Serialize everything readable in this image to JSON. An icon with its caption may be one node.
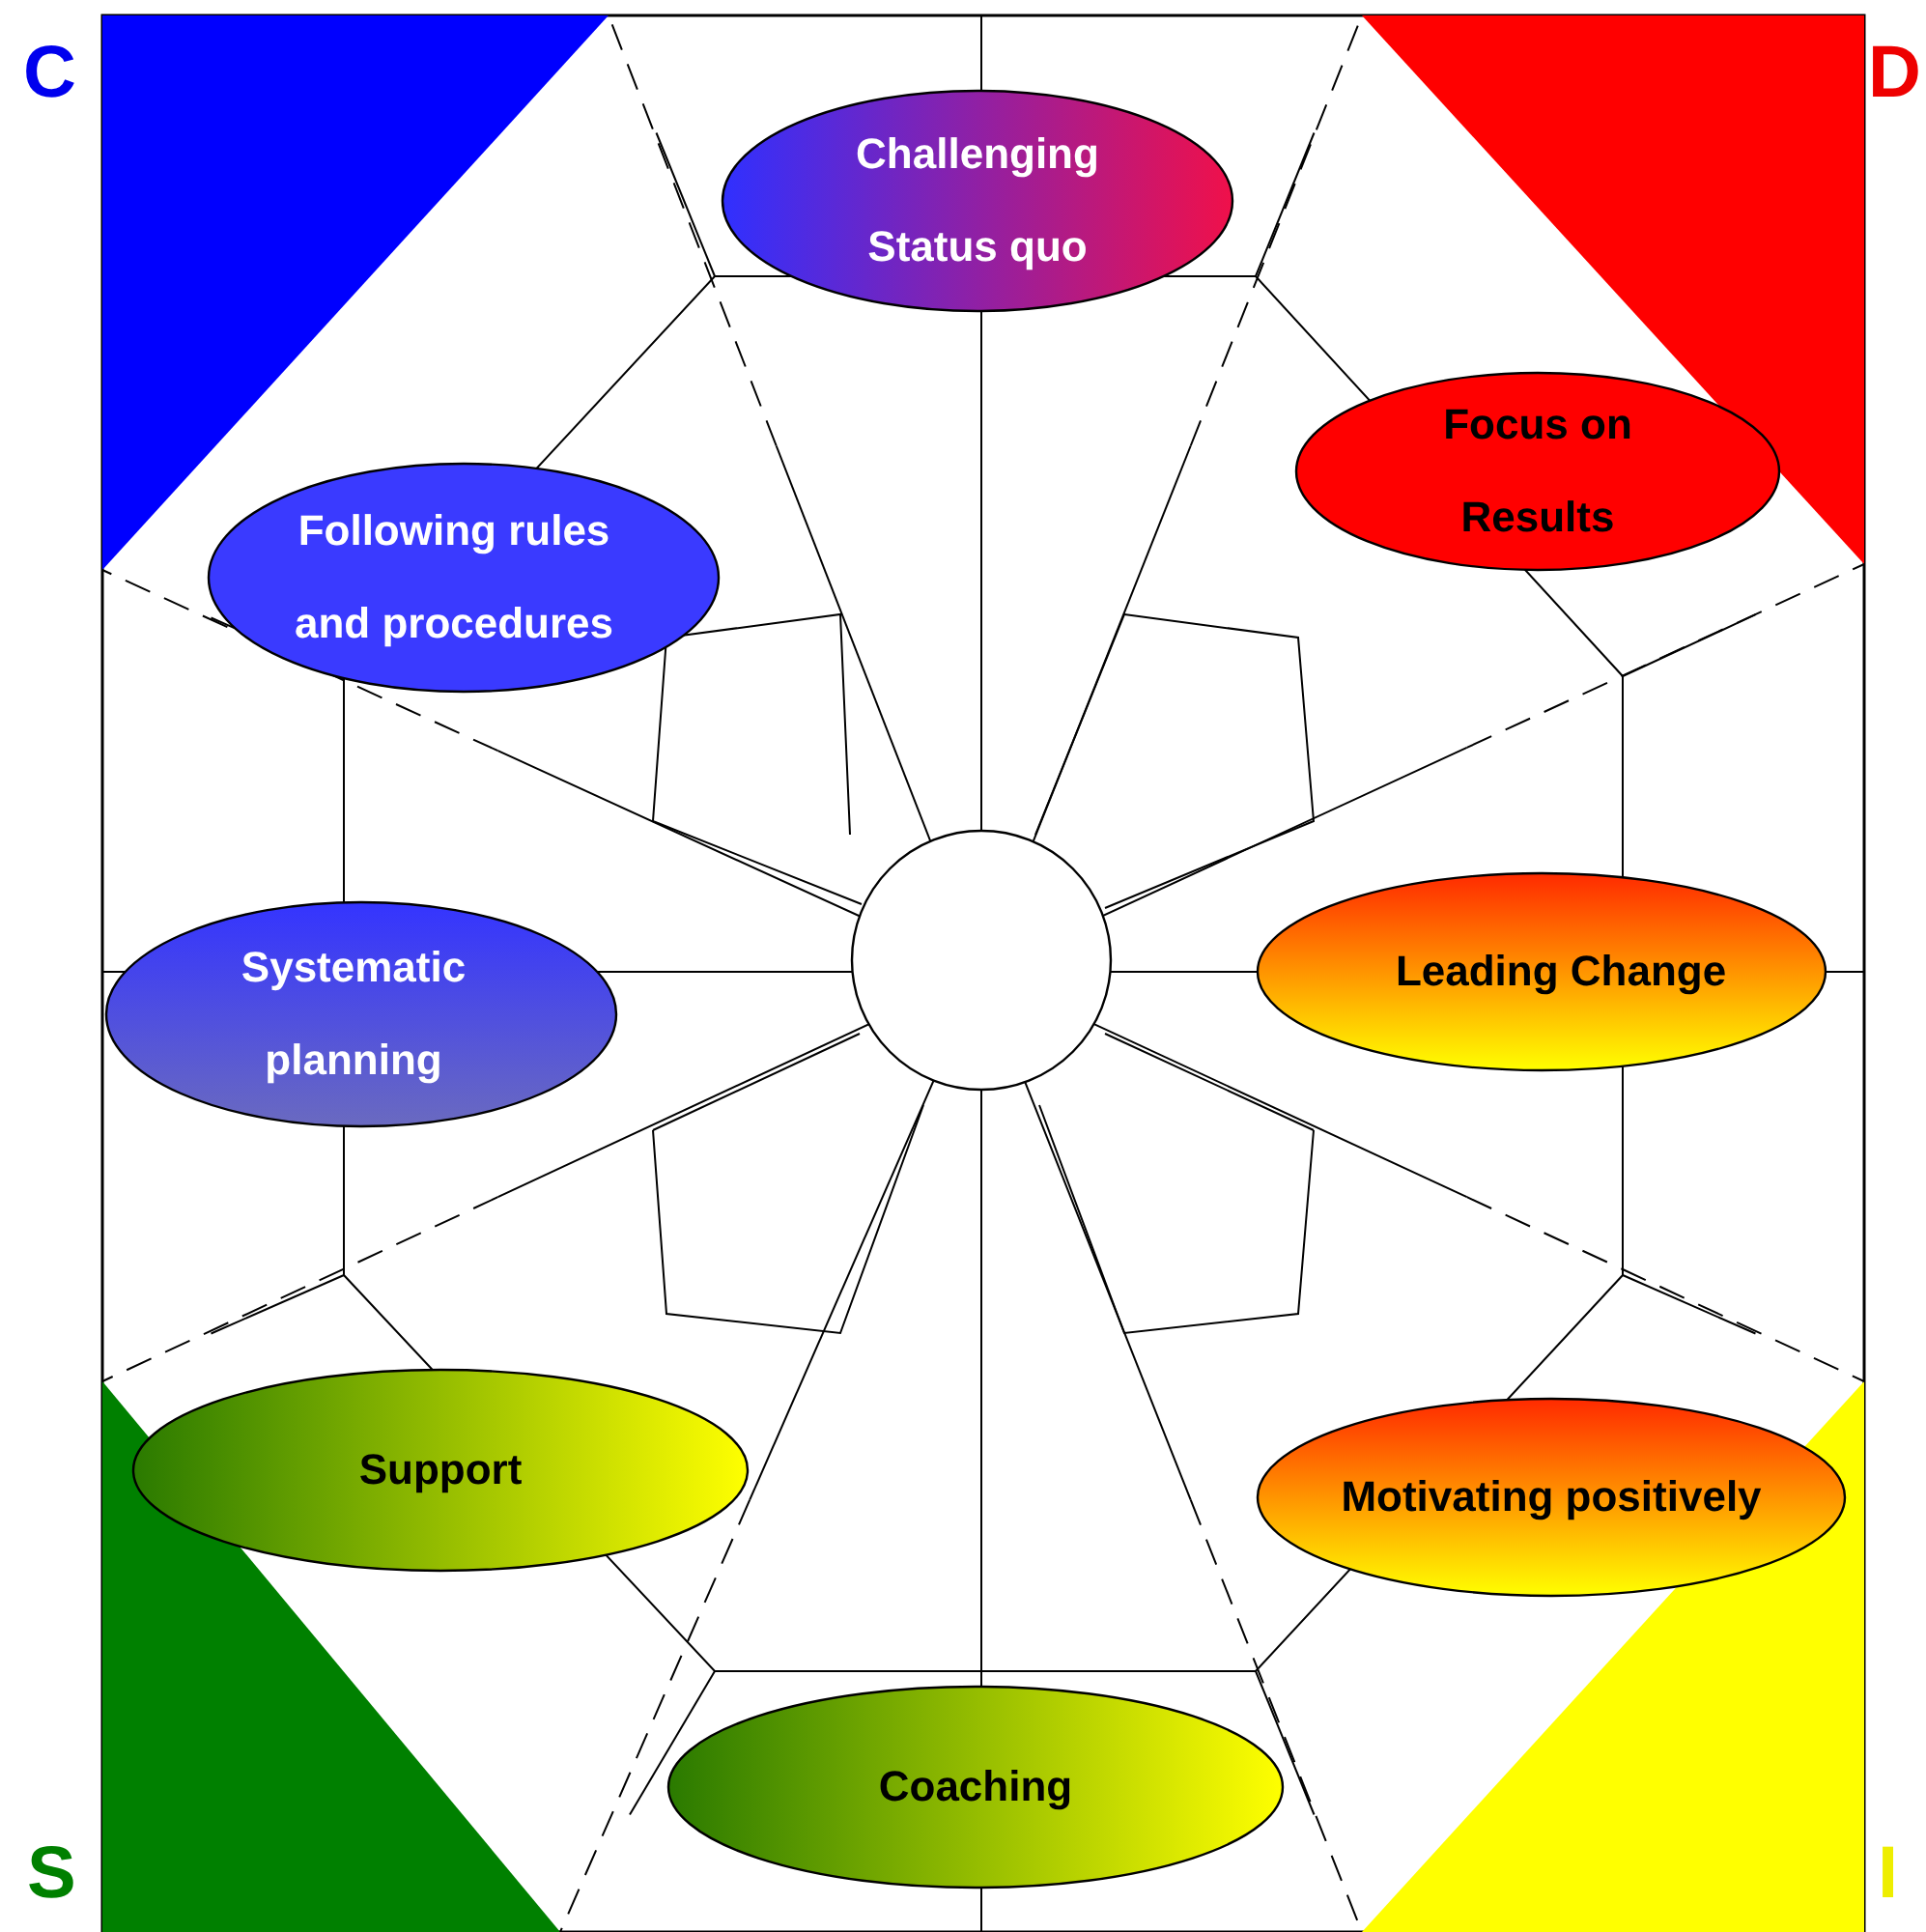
{
  "diagram": {
    "nodes": [
      {
        "text": [
          "Challenging Status quo"
        ]
      },
      {
        "text": [
          "Focus on Results"
        ]
      },
      {
        "text": [
          "Following rules and procedures"
        ]
      },
      {
        "text": [
          "Systematic planning"
        ]
      },
      {
        "text": [],
        "shape": "circle"
      },
      {
        "text": [
          "Leading Change"
        ]
      },
      {
        "text": [
          "Support"
        ]
      },
      {
        "text": [
          "Motivating positively"
        ]
      },
      {
        "text": [
          "Coaching"
        ]
      }
    ],
    "labels": [
      "C",
      "D",
      "S",
      "I"
    ]
  }
}
